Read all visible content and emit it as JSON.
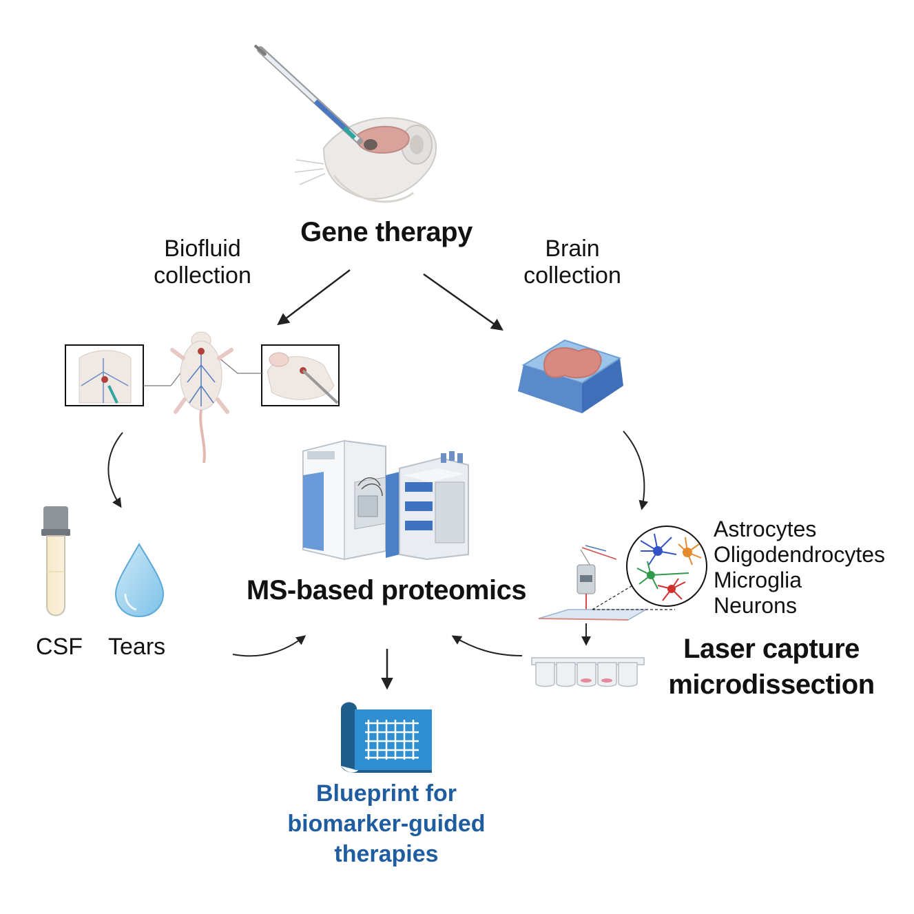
{
  "gene_therapy": {
    "title": "Gene therapy"
  },
  "biofluid": {
    "line1": "Biofluid",
    "line2": "collection"
  },
  "brain": {
    "line1": "Brain",
    "line2": "collection"
  },
  "samples": {
    "csf": "CSF",
    "tears": "Tears"
  },
  "ms": {
    "title": "MS-based proteomics"
  },
  "cell_types": [
    "Astrocytes",
    "Oligodendrocytes",
    "Microglia",
    "Neurons"
  ],
  "lcm": {
    "line1": "Laser capture",
    "line2": "microdissection"
  },
  "blueprint": {
    "line1": "Blueprint for",
    "line2": "biomarker-guided",
    "line3": "therapies"
  },
  "colors": {
    "blueprint_text": "#1f5da0",
    "accent_blue": "#4a78c0",
    "tissue_pink": "#d98a80",
    "astrocyte": "#3452c8",
    "oligodendrocyte": "#e68a2e",
    "microglia": "#2f9a4a",
    "neuron": "#d2302e"
  }
}
